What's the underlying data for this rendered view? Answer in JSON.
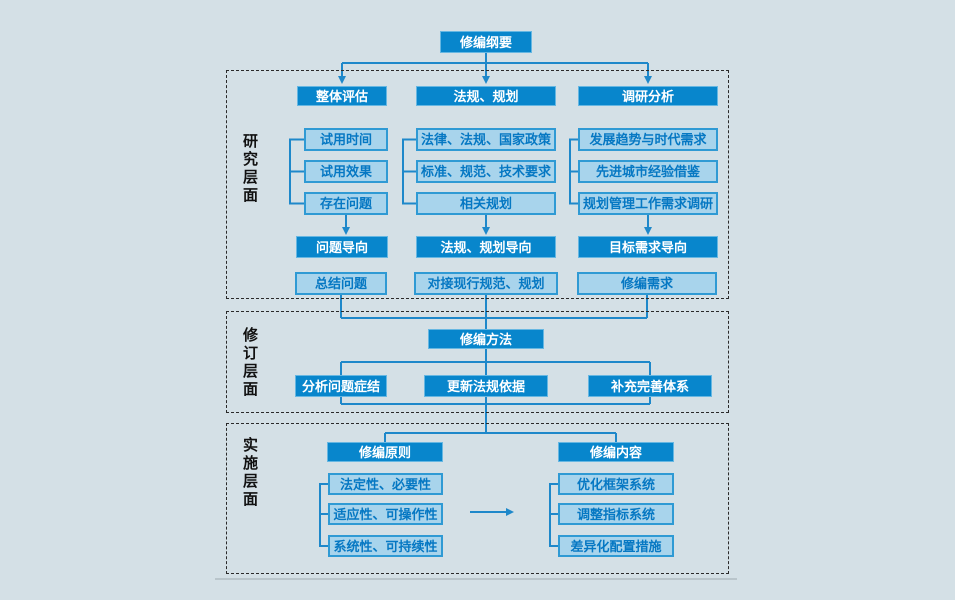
{
  "colors": {
    "background": "#d4e0e6",
    "dark_node_fill": "#0886cc",
    "light_node_fill": "#a8d4ec",
    "light_node_border": "#2f9ad4",
    "light_node_text": "#0678c3",
    "connector_line": "#1e88ca"
  },
  "root": {
    "label": "修编纲要"
  },
  "sections": {
    "research": {
      "label": "研究层面",
      "columns": [
        {
          "header": "整体评估",
          "items": [
            "试用时间",
            "试用效果",
            "存在问题"
          ],
          "guide": "问题导向",
          "result": "总结问题"
        },
        {
          "header": "法规、规划",
          "items": [
            "法律、法规、国家政策",
            "标准、规范、技术要求",
            "相关规划"
          ],
          "guide": "法规、规划导向",
          "result": "对接现行规范、规划"
        },
        {
          "header": "调研分析",
          "items": [
            "发展趋势与时代需求",
            "先进城市经验借鉴",
            "规划管理工作需求调研"
          ],
          "guide": "目标需求导向",
          "result": "修编需求"
        }
      ]
    },
    "revision": {
      "label": "修订层面",
      "method": "修编方法",
      "actions": [
        "分析问题症结",
        "更新法规依据",
        "补充完善体系"
      ]
    },
    "implementation": {
      "label": "实施层面",
      "groups": [
        {
          "header": "修编原则",
          "items": [
            "法定性、必要性",
            "适应性、可操作性",
            "系统性、可持续性"
          ]
        },
        {
          "header": "修编内容",
          "items": [
            "优化框架系统",
            "调整指标系统",
            "差异化配置措施"
          ]
        }
      ]
    }
  }
}
